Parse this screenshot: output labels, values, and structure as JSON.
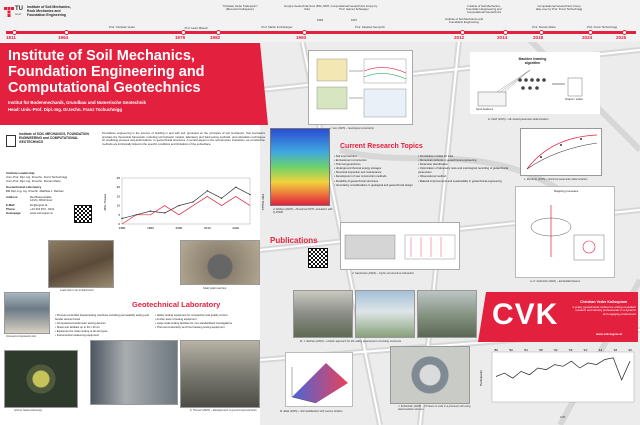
{
  "logo": {
    "text": "TU",
    "sub": "Graz"
  },
  "timeline": {
    "header": "Institute of Soil Mechanics, Rock Mechanics and Foundation Engineering",
    "years": [
      "1811",
      "1964",
      "1976",
      "1982",
      "1993",
      "2012",
      "2014",
      "2018",
      "2024",
      "2025"
    ],
    "events": [
      "Prof. Christian Veder",
      "Prof. Heinz Brandl",
      "\"Christian Veder Kolloquium\" (Memorial Colloquium)",
      "Prof. Martin Fuchsberger",
      "Gruppe Geotechnik Graz (BIG, RMT, IAG)",
      "1984",
      "Computational Geotechnics Group by Prof. Helmut Schweiger",
      "1997",
      "Institute of Soil Mechanics and Foundation Engineering",
      "Prof. Stephan Semprich",
      "Institute of Soil Mechanics, Foundation Engineering and Computational Geotechnics",
      "Computational Geotechnics Group take-over by Prof. Franz Tschuchnigg",
      "Prof. Roman Marte",
      "Prof. Franz Tschuchnigg"
    ]
  },
  "title": {
    "line1": "Institute of Soil Mechanics,",
    "line2": "Foundation Engineering and",
    "line3": "Computational Geotechnics",
    "german": "Institut für Bodenmechanik, Grundbau und Numerische Geotechnik",
    "head": "Head: Univ.-Prof. Dipl.-Ing. Dr.techn. Franz Tschuchnigg"
  },
  "intro": {
    "logo_text": "Institute of SOIL MECHANICS, FOUNDATION ENGINEERING and COMPUTATIONAL GEOTECHNICS",
    "text": "Foundation engineering is the science of building in and with soil, grounded on the principles of soil mechanics. Soil mechanics provides the theoretical framework, including soil behavior models, laboratory and field testing methods, and calculation techniques for predicting stresses and deformations. In geotechnical structures. A central aspect is the soil-structure interaction, as construction methods are intrinsically linked to the specific conditions and limitations of the subsurface."
  },
  "contact": {
    "leadership_label": "Institute Leadership",
    "leader1": "Univ.-Prof. Dipl.-Ing. Dr.techn. Franz Tschuchnigg",
    "leader2": "Univ.-Prof. Dipl.-Ing. Dr.techn. Roman Marte",
    "lab_label": "Geotechnical Laboratory",
    "lab_head": "BM Dipl.-Ing. Ing. Ill.techn. Matthias J. Rebhan",
    "address_label": "Address:",
    "address": "Rechbauerstraße 12/I/G, 8010 Graz",
    "email_label": "E-Mail:",
    "email": "ibs@tugraz.at",
    "phone_label": "Phone:",
    "phone": "+43 316 873 - 6231",
    "website_label": "Homepage:",
    "website": "www.soil.tugraz.at"
  },
  "chart_data": {
    "type": "line",
    "title": "",
    "xlabel": "",
    "ylabel": "MSc Theses",
    "ylabel2": "PhD Theses",
    "x": [
      1980,
      1985,
      1990,
      1995,
      2000,
      2005,
      2010,
      2015,
      2020,
      2025
    ],
    "ylim": [
      0,
      25
    ],
    "ylim2": [
      0,
      5
    ],
    "xticks": [
      "1980",
      "1990",
      "2000",
      "2010",
      "2020"
    ],
    "series": [
      {
        "values": [
          3,
          5,
          7,
          6,
          10,
          12,
          18,
          14,
          20,
          16
        ]
      },
      {
        "values": [
          0,
          1,
          1,
          2,
          1,
          2,
          3,
          2,
          3,
          2
        ]
      }
    ]
  },
  "research": {
    "title": "Current Research Topics",
    "left": [
      "Soil improvement",
      "Embankment construction",
      "Thermal geotechnics",
      "Underground thermal energy storages",
      "Structural inspection and maintenance",
      "Development of new construction methods",
      "Durability of geotechnical structures",
      "Uncertainty considerations in geological and geotechnical design"
    ],
    "right": [
      "Constitutive models for soils",
      "Numerical methods in geotechnical engineering",
      "Parameter identification",
      "Optimization of laboratory tests and metrological recording of geotechnical parameters",
      "Observational method",
      "Material improvements and sustainability in geotechnical engineering"
    ]
  },
  "publications": {
    "title": "Publications"
  },
  "lab": {
    "title": "Geotechnical Laboratory",
    "left": [
      "Process-controlled triaxial testing machines including permeability testing and bender element tests",
      "Computerised oedometer testing devices",
      "Shear test facilities up to 30 x 30 cm",
      "Equipment for index testing of all soil types",
      "Instrumented measuring equipment"
    ],
    "right": [
      "Hobby testing equipment for compaction and quality control",
      "Ancher tests of testing equipment",
      "Large scale testing facilities for non-standardised investigations",
      "Thermal conductivity and frost heaving testing equipment"
    ]
  },
  "captions": {
    "geo": "J. Leo (2025) – Geological uncertainty",
    "ml": "H. Pieth (2025) – ML based parameter determination",
    "optum": "A. Möbjus (2025) – Numerical OPTL simulation with Q-PFEM",
    "load": "Load cells in an embankment",
    "static": "Static plate load test",
    "compr": "Unusual compression test",
    "saint": "A. Sandmann (2024) – Cyclic soil-structure interaction",
    "monforte": "L. Monforte (2025) – Nonlocal parameter determination",
    "granicher": "A.-K. Gränicher (2021) – Embedded beams",
    "rebhan": "M. J. Rebhan (2025) – Holistic approach for the safety assessment of existing structures",
    "anchor": "Anchor head endoscopy",
    "thomer": "F. Thomer (2025) – Development of ground improvements",
    "elias": "M. Eliaš (2025) – Soil stabilization with various binders",
    "schlechter": "J. Schlechter (2025) – CT-tests on soils in a pressure cell using piezoresistive sensors",
    "mapping": "Mapping processes",
    "cvkplot": "CVK",
    "ml_label": "Machine learning algorithm",
    "input_label": "Input features",
    "output_label": "Output / Label"
  },
  "cvk": {
    "logo": "CVK",
    "title": "Christian Veder Kolloquium",
    "text": "A yearly geotechnical conference uniting consultant research and industry professionals in a dynamic and engaging environment",
    "url": "www.cvk.tugraz.at",
    "xticks": [
      "'86",
      "'90",
      "'94",
      "'98",
      "'02",
      "'06",
      "'10",
      "'14",
      "'18",
      "'22"
    ],
    "ylabel": "Participants"
  },
  "colors": {
    "accent": "#e4203f",
    "header_bg": "#f2f2f2",
    "map_bg": "#e9e9e9"
  }
}
